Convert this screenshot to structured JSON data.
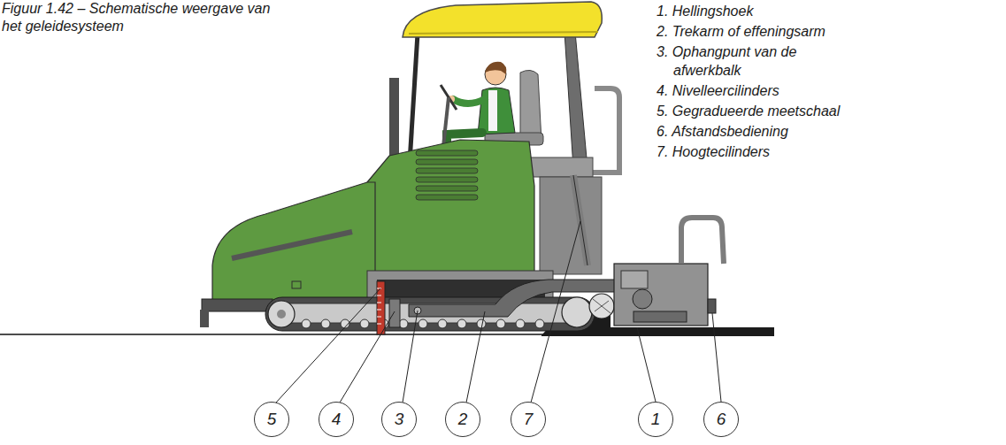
{
  "diagram": {
    "caption": "Figuur 1.42 – Schematische weergave van het geleidesysteem",
    "nodes": [
      {
        "text": [
          "5"
        ]
      },
      {
        "text": [
          "4"
        ]
      },
      {
        "text": [
          "3"
        ]
      },
      {
        "text": [
          "2"
        ]
      },
      {
        "text": [
          "7"
        ]
      },
      {
        "text": [
          "1"
        ]
      },
      {
        "text": [
          "6"
        ]
      }
    ],
    "labels": [
      "1. Hellingshoek",
      "2. Trekarm of effeningsarm",
      "3. Ophangpunt van de afwerkbalk",
      "4. Nivelleercilinders",
      "5. Gegradueerde meetschaal",
      "6. Afstandsbediening",
      "7. Hoogtecilinders"
    ]
  }
}
